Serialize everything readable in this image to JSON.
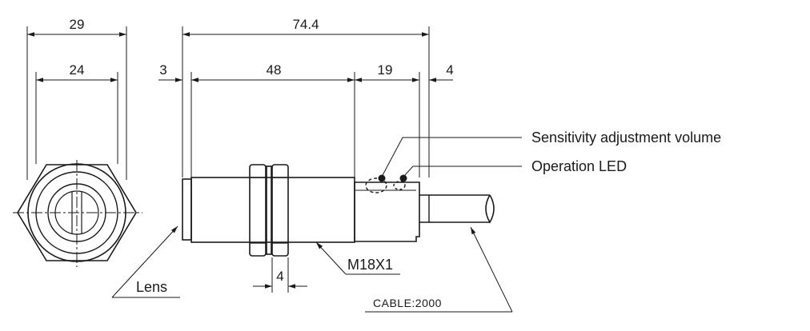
{
  "dimensions": {
    "hex_width": "29",
    "face_width": "24",
    "overall_length": "74.4",
    "front_lip": "3",
    "thread_length": "48",
    "rear_body": "19",
    "cable_end": "4",
    "nut_thickness": "4"
  },
  "callouts": {
    "sensitivity": "Sensitivity adjustment volume",
    "led": "Operation LED",
    "thread": "M18X1",
    "lens": "Lens",
    "cable": "CABLE:2000"
  }
}
